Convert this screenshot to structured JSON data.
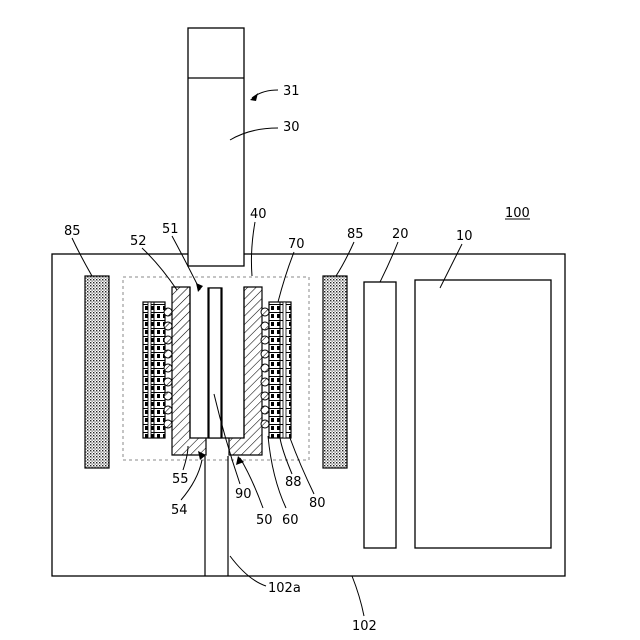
{
  "labels": {
    "device": "100",
    "l31": "31",
    "l30": "30",
    "l40": "40",
    "l51": "51",
    "l52": "52",
    "l70": "70",
    "l85_left": "85",
    "l85_right": "85",
    "l20": "20",
    "l10": "10",
    "l55": "55",
    "l54": "54",
    "l90": "90",
    "l50": "50",
    "l60": "60",
    "l88": "88",
    "l80": "80",
    "l102a": "102a",
    "l102": "102"
  }
}
